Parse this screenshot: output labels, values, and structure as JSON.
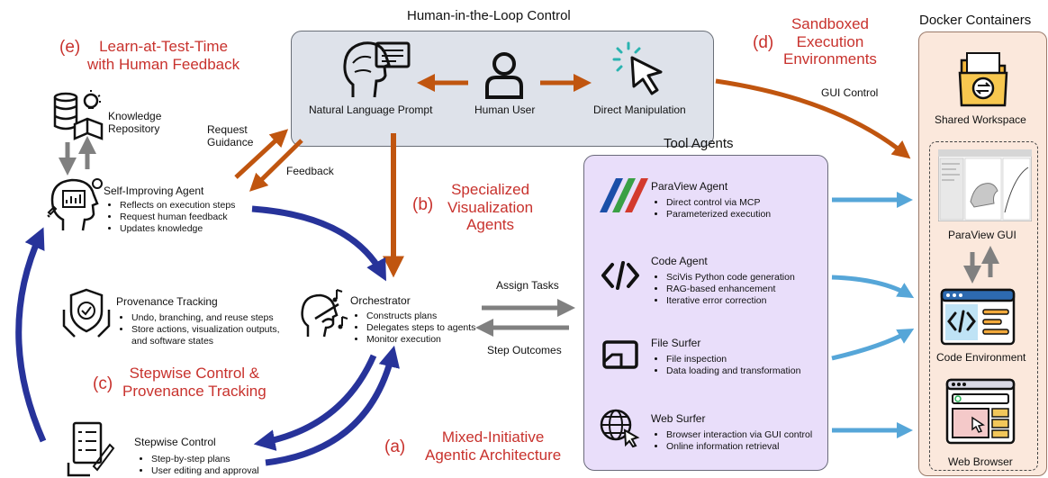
{
  "header": {
    "hitl_title": "Human-in-the-Loop Control",
    "tool_agents_title": "Tool Agents",
    "docker_title": "Docker Containers"
  },
  "labels": {
    "a": "(a)",
    "a_text": "Mixed-Initiative\nAgentic Architecture",
    "b": "(b)",
    "b_text": "Specialized\nVisualization\nAgents",
    "c": "(c)",
    "c_text": "Stepwise Control &\nProvenance Tracking",
    "d": "(d)",
    "d_text": "Sandboxed\nExecution\nEnvironments",
    "e": "(e)",
    "e_text": "Learn-at-Test-Time\nwith Human Feedback"
  },
  "hitl": {
    "nl_prompt": "Natural Language Prompt",
    "human_user": "Human User",
    "direct_manipulation": "Direct Manipulation"
  },
  "edges": {
    "gui_control": "GUI Control",
    "request_guidance": "Request\nGuidance",
    "feedback": "Feedback",
    "assign_tasks": "Assign Tasks",
    "step_outcomes": "Step Outcomes"
  },
  "knowledge": {
    "title": "Knowledge\nRepository"
  },
  "self_improving": {
    "title": "Self-Improving Agent",
    "items": [
      "Reflects on execution steps",
      "Request human feedback",
      "Updates knowledge"
    ]
  },
  "provenance": {
    "title": "Provenance Tracking",
    "items": [
      "Undo, branching, and reuse steps",
      "Store actions, visualization outputs,\nand software states"
    ]
  },
  "orchestrator": {
    "title": "Orchestrator",
    "items": [
      "Constructs plans",
      "Delegates steps to agents",
      "Monitor execution"
    ]
  },
  "stepwise": {
    "title": "Stepwise Control",
    "items": [
      "Step-by-step plans",
      "User editing and approval"
    ]
  },
  "agents": {
    "paraview": {
      "title": "ParaView Agent",
      "items": [
        "Direct control via MCP",
        "Parameterized execution"
      ]
    },
    "code": {
      "title": "Code Agent",
      "items": [
        "SciVis Python code generation",
        "RAG-based enhancement",
        "Iterative error correction"
      ]
    },
    "file": {
      "title": "File Surfer",
      "items": [
        "File inspection",
        "Data loading and transformation"
      ]
    },
    "web": {
      "title": "Web Surfer",
      "items": [
        "Browser interaction via GUI control",
        "Online information retrieval"
      ]
    }
  },
  "docker": {
    "shared_workspace": "Shared Workspace",
    "paraview_gui": "ParaView GUI",
    "code_environment": "Code Environment",
    "web_browser": "Web Browser"
  },
  "colors": {
    "accent_red": "#c8322d",
    "orange_arrow": "#c0550f",
    "blue_arrow": "#27339a",
    "light_blue_arrow": "#56a6d8",
    "gray_arrow": "#808080",
    "tool_agents_fill": "#e9defa",
    "hitl_fill": "#dee2ea",
    "docker_fill": "#fbe8dc"
  }
}
